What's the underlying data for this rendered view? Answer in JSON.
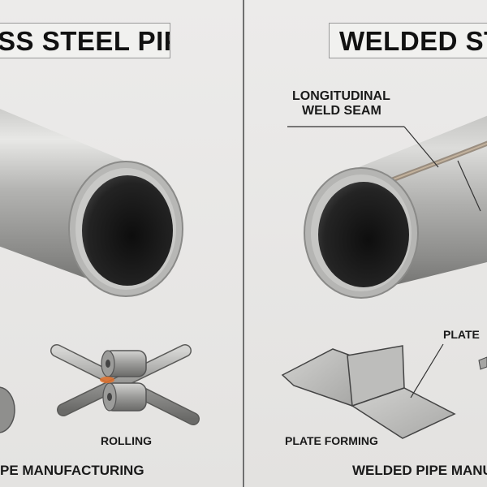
{
  "left": {
    "title": "SS STEEL PIPE",
    "rolling_caption": "ROLLING",
    "footer": "PE MANUFACTURING"
  },
  "right": {
    "title": "WELDED STE",
    "weld_label_line1": "LONGITUDINAL",
    "weld_label_line2": "WELD SEAM",
    "plate_label": "PLATE",
    "plate_forming_caption": "PLATE FORMING",
    "footer": "WELDED PIPE MANU"
  },
  "colors": {
    "steel_light": "#d8d8d6",
    "steel_mid": "#a9a9a7",
    "steel_dark": "#6c6c6a",
    "bore": "#1b1b1b",
    "heat_glow": "#e0702a"
  }
}
